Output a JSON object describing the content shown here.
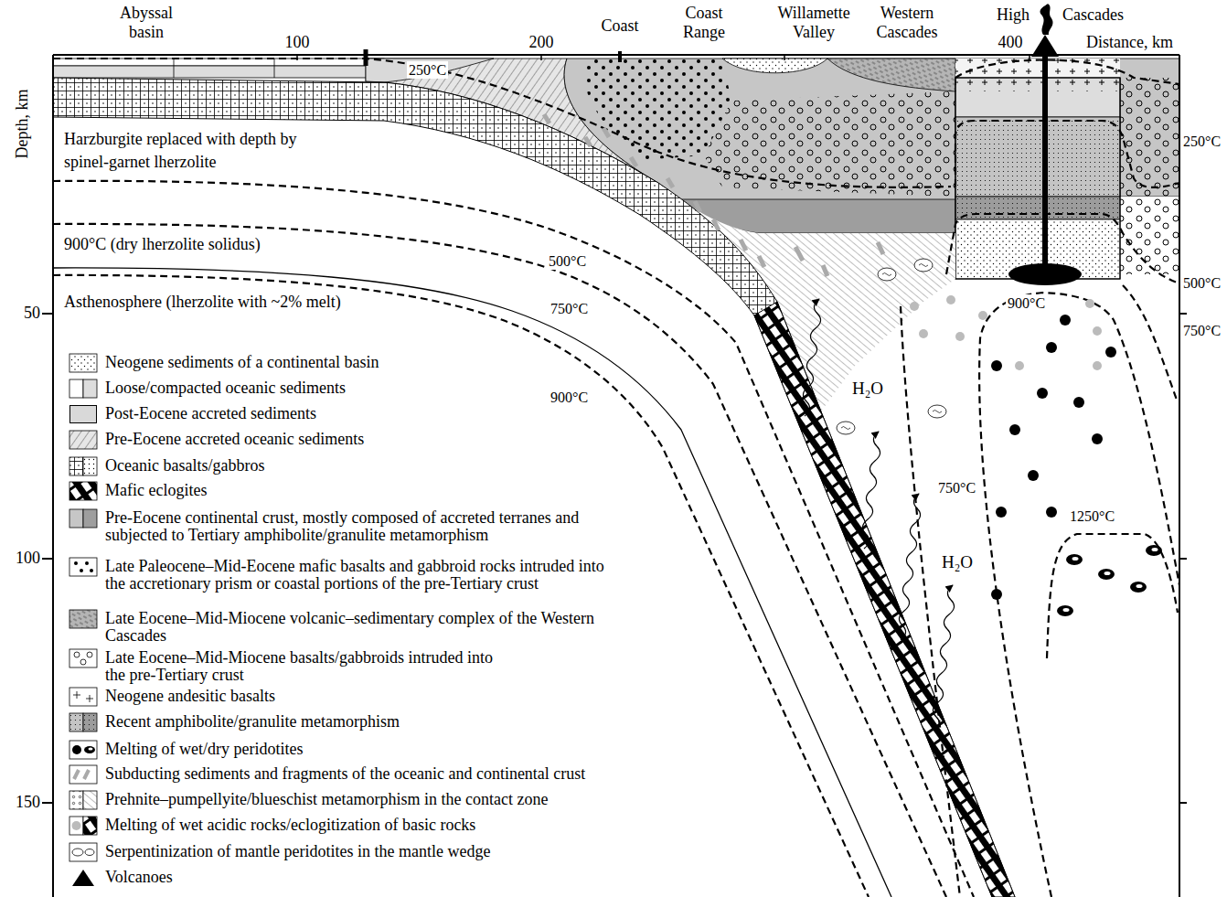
{
  "diagram": {
    "labels": [
      "Abyssal basin",
      "Coast",
      "Coast Range",
      "Willamette Valley",
      "Western Cascades",
      "High",
      "Cascades",
      "100",
      "200",
      "400",
      "Distance, km",
      "Depth, km",
      "250°C",
      "Harzburgite replaced with depth by spinel-garnet lherzolite",
      "250°C",
      "900°C (dry lherzolite solidus)",
      "500°C",
      "500°C",
      "900°C",
      "Asthenosphere (lherzolite with ~2% melt)",
      "50",
      "750°C",
      "750°C",
      "900°C",
      "H₂O",
      "750°C",
      "1250°C",
      "100",
      "H₂O",
      "150"
    ],
    "legend": [
      {
        "text": "Neogene sediments of a continental basin"
      },
      {
        "text": "Loose/compacted oceanic sediments"
      },
      {
        "text": "Post-Eocene accreted sediments",
        "color": "#d9d9d9"
      },
      {
        "text": "Pre-Eocene accreted oceanic sediments"
      },
      {
        "text": "Oceanic basalts/gabbros"
      },
      {
        "text": "Mafic eclogites"
      },
      {
        "text": "Pre-Eocene continental crust, mostly composed of accreted terranes and subjected to Tertiary amphibolite/granulite metamorphism"
      },
      {
        "text": "Late Paleocene–Mid-Eocene mafic basalts and gabbroid rocks intruded into the accretionary prism or coastal portions of the pre-Tertiary crust"
      },
      {
        "text": "Late Eocene–Mid-Miocene volcanic–sedimentary complex of the Western Cascades"
      },
      {
        "text": "Late Eocene–Mid-Miocene basalts/gabbroids intruded into the pre-Tertiary crust"
      },
      {
        "text": "Neogene andesitic basalts"
      },
      {
        "text": "Recent amphibolite/granulite metamorphism"
      },
      {
        "text": "Melting of wet/dry peridotites"
      },
      {
        "text": "Subducting sediments and fragments of the oceanic and continental crust"
      },
      {
        "text": "Prehnite–pumpellyite/blueschist metamorphism in the contact zone"
      },
      {
        "text": "Melting of wet acidic rocks/eclogitization of basic rocks"
      },
      {
        "text": "Serpentinization of mantle peridotites in the mantle wedge"
      },
      {
        "text": "Volcanoes"
      }
    ]
  }
}
